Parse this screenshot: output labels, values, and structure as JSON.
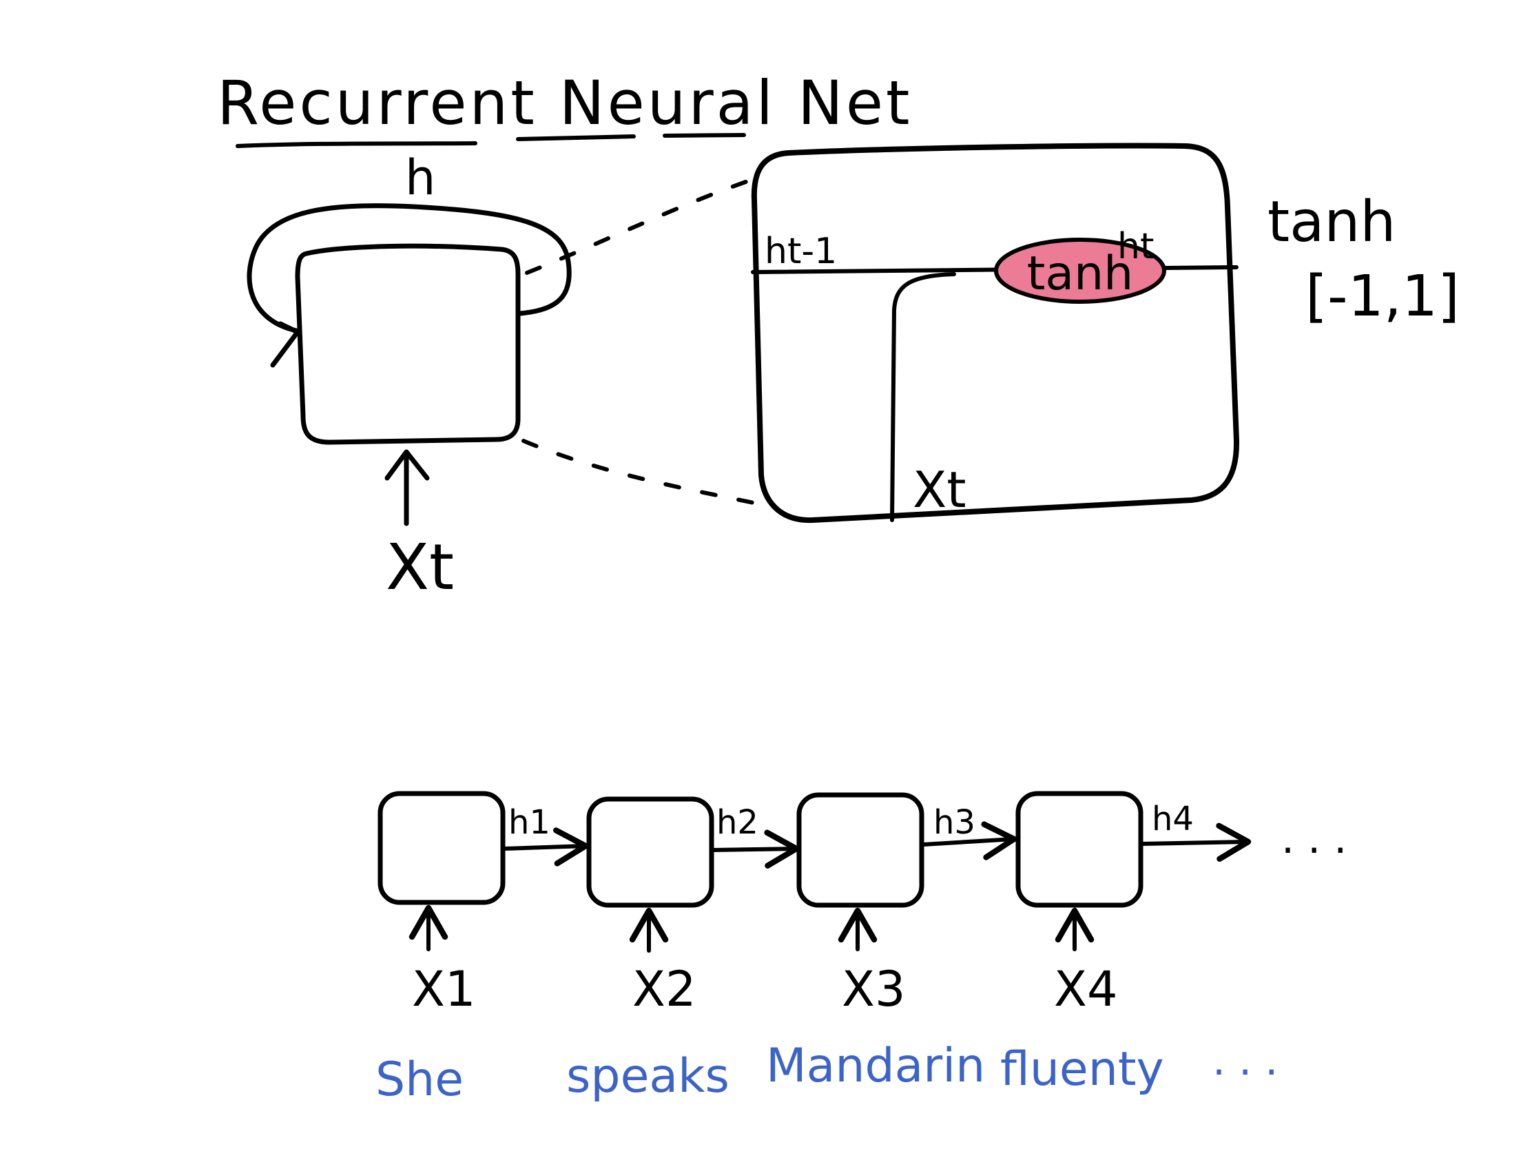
{
  "title": "Recurrent Neural Net",
  "colors": {
    "cell": "#F7C21B",
    "activation": "#EC7C96",
    "words": "#3C63C8",
    "ink": "#000000"
  },
  "rnn_cell": {
    "loop_label": "h",
    "input_label": "Xt"
  },
  "detail": {
    "in_label": "ht-1",
    "out_label": "ht",
    "activation": "tanh",
    "input_label": "Xt"
  },
  "activation_note": {
    "name": "tanh",
    "range": "[-1,1]"
  },
  "unrolled": {
    "hidden": [
      "h1",
      "h2",
      "h3",
      "h4"
    ],
    "inputs": [
      "X1",
      "X2",
      "X3",
      "X4"
    ],
    "continuation": ". . ."
  },
  "sentence": {
    "words": [
      "She",
      "speaks",
      "Mandarin",
      "fluenty"
    ],
    "ellipsis": ". . ."
  }
}
